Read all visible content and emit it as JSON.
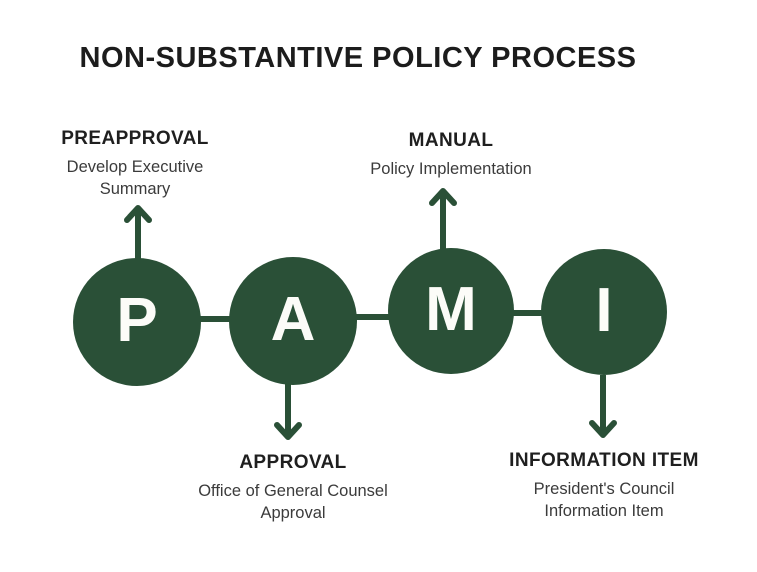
{
  "title": "NON-SUBSTANTIVE POLICY PROCESS",
  "colors": {
    "accent_green": "#2A5037",
    "title_text": "#1C1C1C",
    "heading_text": "#1F1F1F",
    "description_text": "#3B3B3B",
    "node_letter": "#FCFCF8",
    "background": "#FFFFFF"
  },
  "steps": [
    {
      "letter": "P",
      "heading": "PREAPPROVAL",
      "description": "Develop Executive Summary",
      "label_position": "top",
      "arrow_direction": "up"
    },
    {
      "letter": "A",
      "heading": "APPROVAL",
      "description": "Office of General Counsel Approval",
      "label_position": "bottom",
      "arrow_direction": "down"
    },
    {
      "letter": "M",
      "heading": "MANUAL",
      "description": "Policy Implementation",
      "label_position": "top",
      "arrow_direction": "up"
    },
    {
      "letter": "I",
      "heading": "INFORMATION ITEM",
      "description": "President's Council Information Item",
      "label_position": "bottom",
      "arrow_direction": "down"
    }
  ]
}
